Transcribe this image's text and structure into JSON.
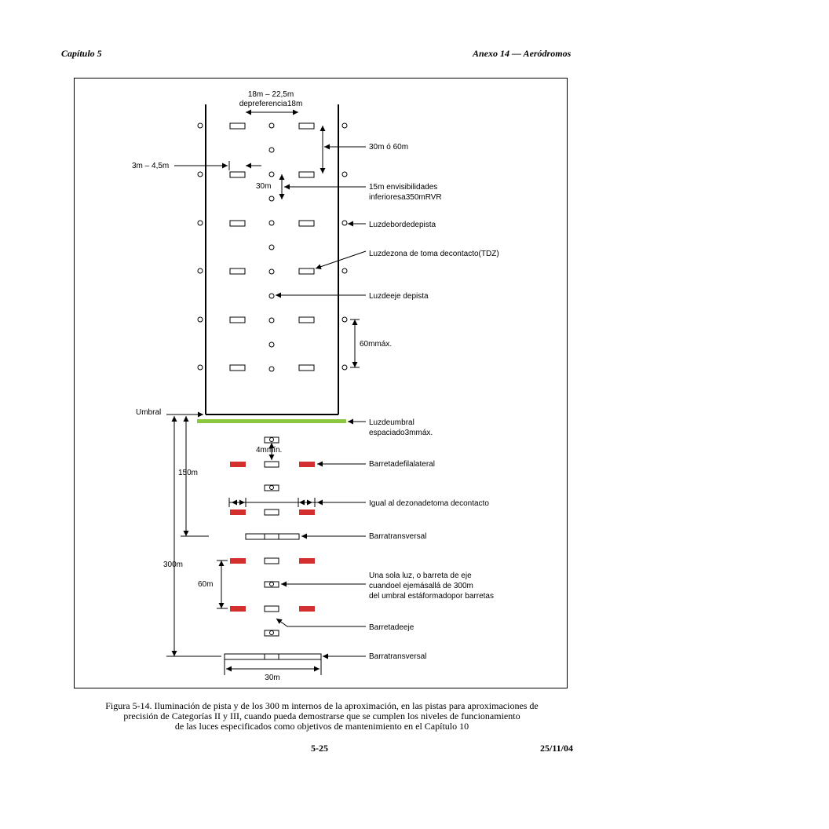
{
  "header": {
    "left": "Capítulo 5",
    "right": "Anexo 14 — Aeródromos"
  },
  "labels": {
    "width_top_1": "18m – 22,5m",
    "width_top_2": "depreferencia18m",
    "spacing_30_60": "30m ó 60m",
    "tdz_gap": "3m – 4,5m",
    "spacing_30": "30m",
    "low_vis_1": "15m envisibilidades",
    "low_vis_2": "inferioresa350mRVR",
    "edge_light": "Luzdebordedepista",
    "tdz_light": "Luzdezona de toma decontacto(TDZ)",
    "centerline_light": "Luzdeeje depista",
    "max_60": "60mmáx.",
    "threshold": "Umbral",
    "threshold_light_1": "Luzdeumbral",
    "threshold_light_2": "espaciado3mmáx.",
    "min_4": "4mmín.",
    "d150": "150m",
    "side_row": "Barretadefilalateral",
    "same_tdz": "Igual al dezonadetoma decontacto",
    "crossbar": "Barratransversal",
    "d300": "300m",
    "single_light_1": "Una sola luz, o barreta de eje",
    "single_light_2": "cuandoel ejemásallá de 300m",
    "single_light_3": "del umbral estáformadopor barretas",
    "d60": "60m",
    "centerline_bar": "Barretadeeje",
    "crossbar2": "Barratransversal",
    "bottom_30": "30m"
  },
  "caption": {
    "line1": "Figura 5-14. Iluminación de pista y de los 300 m internos de la aproximación, en las pistas para aproximaciones de",
    "line2": "precisión de Categorías II y III, cuando pueda demostrarse que se cumplen los niveles de funcionamiento",
    "line3": "de las luces especificados como objetivos de mantenimiento en el Capítulo 10"
  },
  "footer": {
    "page": "5-25",
    "date": "25/11/04"
  },
  "colors": {
    "threshold_bar": "#8dc63f",
    "side_barrette": "#d32f2f"
  }
}
